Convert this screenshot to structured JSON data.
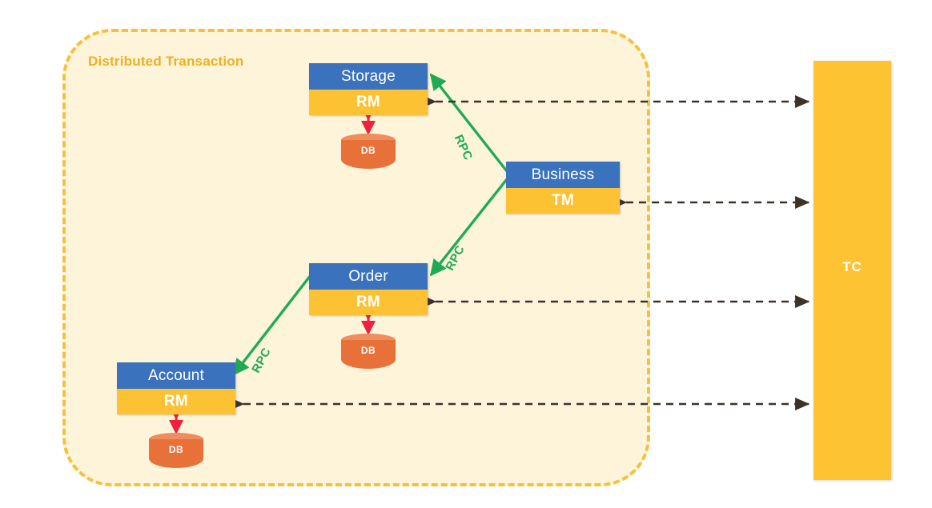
{
  "diagram": {
    "title": "Distributed Transaction",
    "colors": {
      "container_fill": "#fdf4da",
      "container_border": "#f6c03f",
      "title_text": "#eeb01f",
      "service_header": "#3a72bd",
      "service_role": "#fdc233",
      "db_body": "#e8713a",
      "db_top": "#ee8d5e",
      "rpc_line": "#1faa55",
      "tc_fill": "#fdc333",
      "db_arrow": "#f01f3c",
      "tc_arrow": "#3b322a"
    }
  },
  "services": [
    {
      "id": "storage",
      "name": "Storage",
      "role": "RM",
      "database": "DB"
    },
    {
      "id": "business",
      "name": "Business",
      "role": "TM",
      "database": null
    },
    {
      "id": "order",
      "name": "Order",
      "role": "RM",
      "database": "DB"
    },
    {
      "id": "account",
      "name": "Account",
      "role": "RM",
      "database": "DB"
    }
  ],
  "rpc_links": [
    {
      "id": "storage",
      "label": "RPC",
      "from": "business",
      "to": "storage"
    },
    {
      "id": "order",
      "label": "RPC",
      "from": "business",
      "to": "order"
    },
    {
      "id": "account",
      "label": "RPC",
      "from": "order",
      "to": "account"
    }
  ],
  "coordinator": {
    "label": "TC"
  },
  "tc_links": [
    {
      "id": "storage",
      "service": "Storage",
      "bidirectional": true
    },
    {
      "id": "business",
      "service": "Business",
      "bidirectional": true
    },
    {
      "id": "order",
      "service": "Order",
      "bidirectional": true
    },
    {
      "id": "account",
      "service": "Account",
      "bidirectional": true
    }
  ]
}
